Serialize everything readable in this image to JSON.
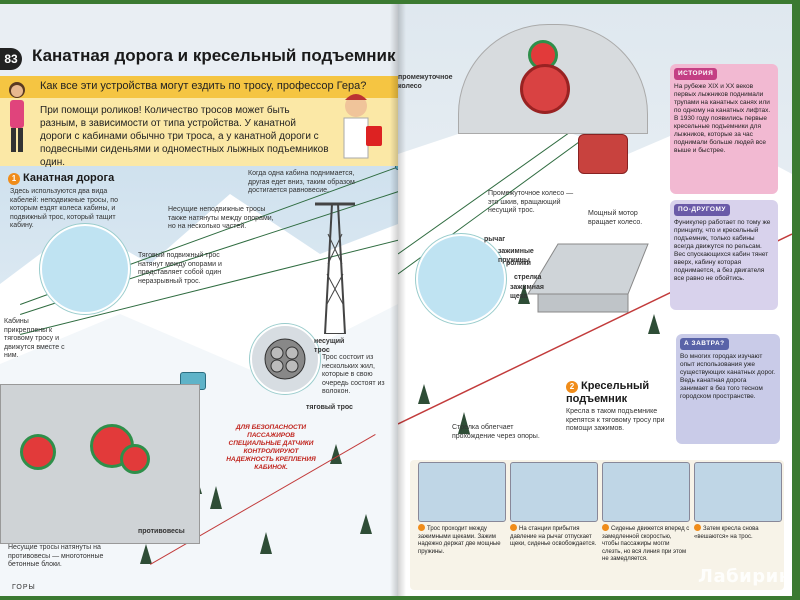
{
  "page": {
    "number": "83",
    "title": "Канатная дорога и кресельный подъемник",
    "footer": "ГОРЫ"
  },
  "intro": {
    "question": "Как все эти устройства могут ездить по тросу, профессор Гера?",
    "answer": "При помощи роликов! Количество тросов может быть разным, в зависимости от типа устройства. У канатной дороги с кабинами обычно три троса, а у канатной дороги с подвесными сиденьями и одноместных лыжных подъемников один."
  },
  "cable_car": {
    "number": "1",
    "title": "Канатная дорога",
    "text": "Здесь используются два вида кабелей: неподвижные тросы, по которым ездят колеса кабины, и подвижный трос, который тащит кабину.",
    "balance_note": "Когда одна кабина поднимается, другая едет вниз, таким образом достигается равновесие.",
    "carrying_cables": "Несущие неподвижные тросы также натянуты между опорами, но на несколько частей.",
    "haul_cable": "Тяговый подвижный трос натянут между опорами и представляет собой один неразрывный трос.",
    "cabins": "Кабины прикреплены к тяговому тросу и движутся вместе с ним.",
    "carrying_rope_label": "несущий трос",
    "rope_desc": "Трос состоит из нескольких жил, которые в свою очередь состоят из волокон.",
    "haul_label": "тяговый трос",
    "safety": "ДЛЯ БЕЗОПАСНОСТИ ПАССАЖИРОВ СПЕЦИАЛЬНЫЕ ДАТЧИКИ КОНТРОЛИРУЮТ НАДЕЖНОСТЬ КРЕПЛЕНИЯ КАБИНОК.",
    "counterweights": "противовесы",
    "tension_note": "Несущие тросы натянуты на противовесы — многотонные бетонные блоки."
  },
  "right": {
    "intermediate_wheel_top": "промежуточное колесо",
    "intermediate_wheel": "Промежуточное колесо — это шкив, вращающий несущий трос.",
    "motor": "Мощный мотор вращает колесо.",
    "lever": "рычаг",
    "springs": "зажимные пружины",
    "roller": "ролики",
    "arrow": "стрелка",
    "clamp": "зажимная щека",
    "arrow_note": "Стрелка облегчает прохождение через опоры.",
    "chairlift_number": "2",
    "chairlift_title": "Кресельный подъемник",
    "chairlift_text": "Кресла в таком подъемнике крепятся к тяговому тросу при помощи зажимов."
  },
  "history": {
    "title": "История",
    "text": "На рубеже XIX и XX веков первых лыжников поднимали трупами на канатных санях или по одному на канатных лифтах. В 1930 году появились первые кресельные подъемники для лыжников, которые за час поднимали больше людей все выше и быстрее."
  },
  "other_way": {
    "title": "По-другому",
    "text": "Фуникулер работает по тому же принципу, что и кресельный подъемник, только кабины всегда движутся по рельсам. Вес спускающихся кабин тянет вверх, кабину которая поднимается, а без двигателя все равно не обойтись."
  },
  "tomorrow": {
    "title": "А завтра?",
    "text": "Во многих городах изучают опыт использования уже существующих канатных дорог. Ведь канатная дорога занимает в без того тесном городском пространстве."
  },
  "steps": [
    {
      "text": "Трос проходит между зажимными щеками. Зажим надежно держат две мощные пружины."
    },
    {
      "text": "На станции прибытия давление на рычаг отпускает щеки, сиденье освобождается."
    },
    {
      "text": "Сиденье движется вперед с замедленной скоростью, чтобы пассажиры могли слезть, но вся линия при этом не замедляется."
    },
    {
      "text": "Затем кресла снова «вешаются» на трос."
    }
  ],
  "watermark": "Лабиринт"
}
